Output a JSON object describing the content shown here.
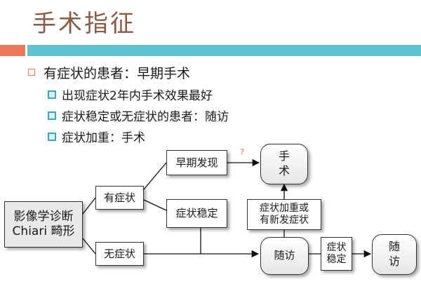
{
  "slide": {
    "title": "手术指征",
    "bullets": {
      "main": "有症状的患者：早期手术",
      "sub": [
        "出现症状2年内手术效果最好",
        "症状稳定或无症状的患者：随访",
        "症状加重：手术"
      ]
    }
  },
  "diagram": {
    "imaging": "影像学诊断\nChiari 畸形",
    "symptomatic": "有症状",
    "asymptomatic": "无症状",
    "early_detection": "早期发现",
    "question_mark": "?",
    "symptom_stable_1": "症状稳定",
    "surgery": "手\n术",
    "worsening": "症状加重或\n有新发症状",
    "follow_up_1": "随访",
    "symptom_stable_2": "症状\n稳定",
    "follow_up_2": "随\n访"
  },
  "colors": {
    "title": "#8a5a48",
    "accent_orange": "#e9795a",
    "accent_teal": "#5ec3d4"
  }
}
